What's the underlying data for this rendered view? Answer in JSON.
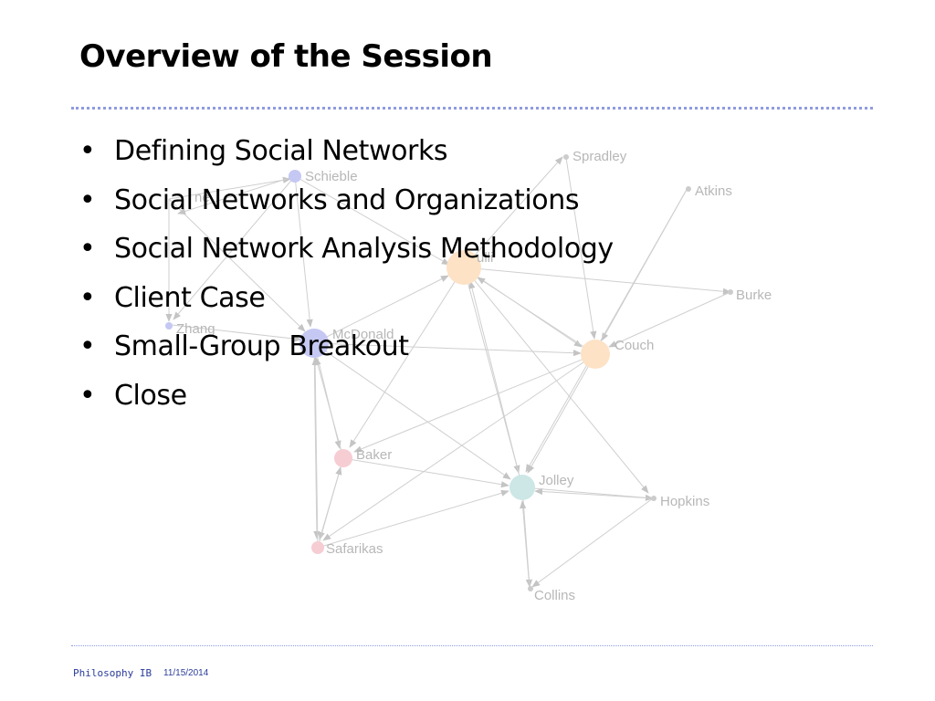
{
  "slide": {
    "title": "Overview of the Session",
    "bullets": [
      "Defining Social Networks",
      "Social Networks and Organizations",
      "Social Network Analysis Methodology",
      "Client Case",
      "Small-Group Breakout",
      "Close"
    ],
    "bullet_glyph": "•"
  },
  "network": {
    "node_labels": {
      "schieble": "Schieble",
      "spradley": "Spradley",
      "atkins": "Atkins",
      "burke": "Burke",
      "couch": "Couch",
      "zhang": "Zhang",
      "mcdonald": "McDonald",
      "baker": "Baker",
      "jolley": "Jolley",
      "hopkins": "Hopkins",
      "safarikas": "Safarikas",
      "collins": "Collins",
      "partial_left": "ne",
      "partial_center": "ulli"
    },
    "colors": {
      "edge": "#cfcfcf",
      "blue": "#c5c8f3",
      "peach": "#fde2c6",
      "pink": "#f6cdd3",
      "teal": "#cde6e6",
      "gray": "#cccccc"
    }
  },
  "footer": {
    "label": "Philosophy IB",
    "date": "11/15/2014"
  }
}
